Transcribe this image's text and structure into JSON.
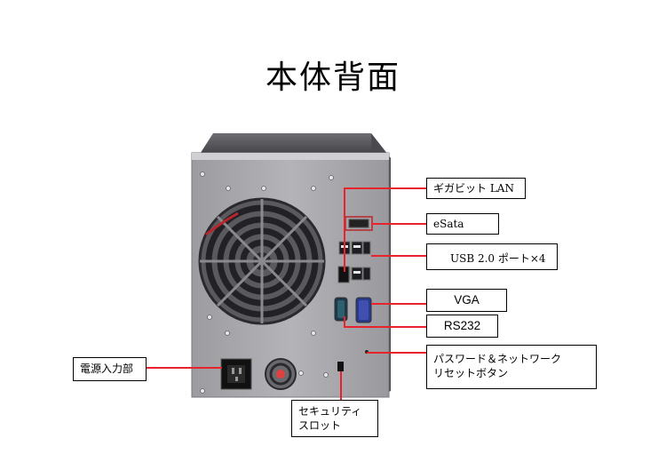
{
  "title": "本体背面",
  "callouts": {
    "gigabit_lan": "ギガビット LAN",
    "esata": "eSata",
    "usb": "USB 2.0 ポート×4",
    "vga": "VGA",
    "rs232": "RS232",
    "reset": "パスワード＆ネットワーク\nリセットボタン",
    "power": "電源入力部",
    "security": "セキュリティ\nスロット"
  },
  "colors": {
    "leader_line": "#e8232b",
    "chassis": "#a8a8ab",
    "chassis_top": "#58585c"
  }
}
